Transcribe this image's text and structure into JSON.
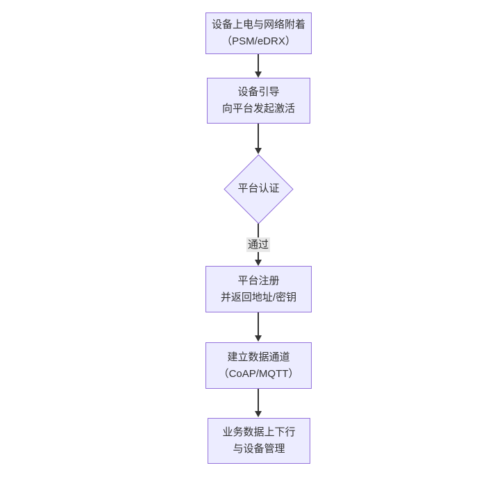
{
  "diagram": {
    "type": "flowchart-vertical",
    "nodes": [
      {
        "id": "power-attach",
        "shape": "rect",
        "lines": [
          "设备上电与网络附着",
          "（PSM/eDRX）"
        ]
      },
      {
        "id": "bootstrap",
        "shape": "rect",
        "lines": [
          "设备引导",
          "向平台发起激活"
        ]
      },
      {
        "id": "platform-auth",
        "shape": "diamond",
        "lines": [
          "平台认证"
        ]
      },
      {
        "id": "register",
        "shape": "rect",
        "lines": [
          "平台注册",
          "并返回地址/密钥"
        ]
      },
      {
        "id": "data-channel",
        "shape": "rect",
        "lines": [
          "建立数据通道",
          "（CoAP/MQTT）"
        ]
      },
      {
        "id": "business",
        "shape": "rect",
        "lines": [
          "业务数据上下行",
          "与设备管理"
        ]
      }
    ],
    "edges": [
      {
        "from": "power-attach",
        "to": "bootstrap",
        "label": ""
      },
      {
        "from": "bootstrap",
        "to": "platform-auth",
        "label": ""
      },
      {
        "from": "platform-auth",
        "to": "register",
        "label": "通过"
      },
      {
        "from": "register",
        "to": "data-channel",
        "label": ""
      },
      {
        "from": "data-channel",
        "to": "business",
        "label": ""
      }
    ],
    "colors": {
      "node_fill": "#ECECFF",
      "node_border": "#9370DB",
      "edge_line": "#333333",
      "edge_label_bg": "#e8e8e8",
      "text": "#333333",
      "background": "#ffffff"
    }
  }
}
